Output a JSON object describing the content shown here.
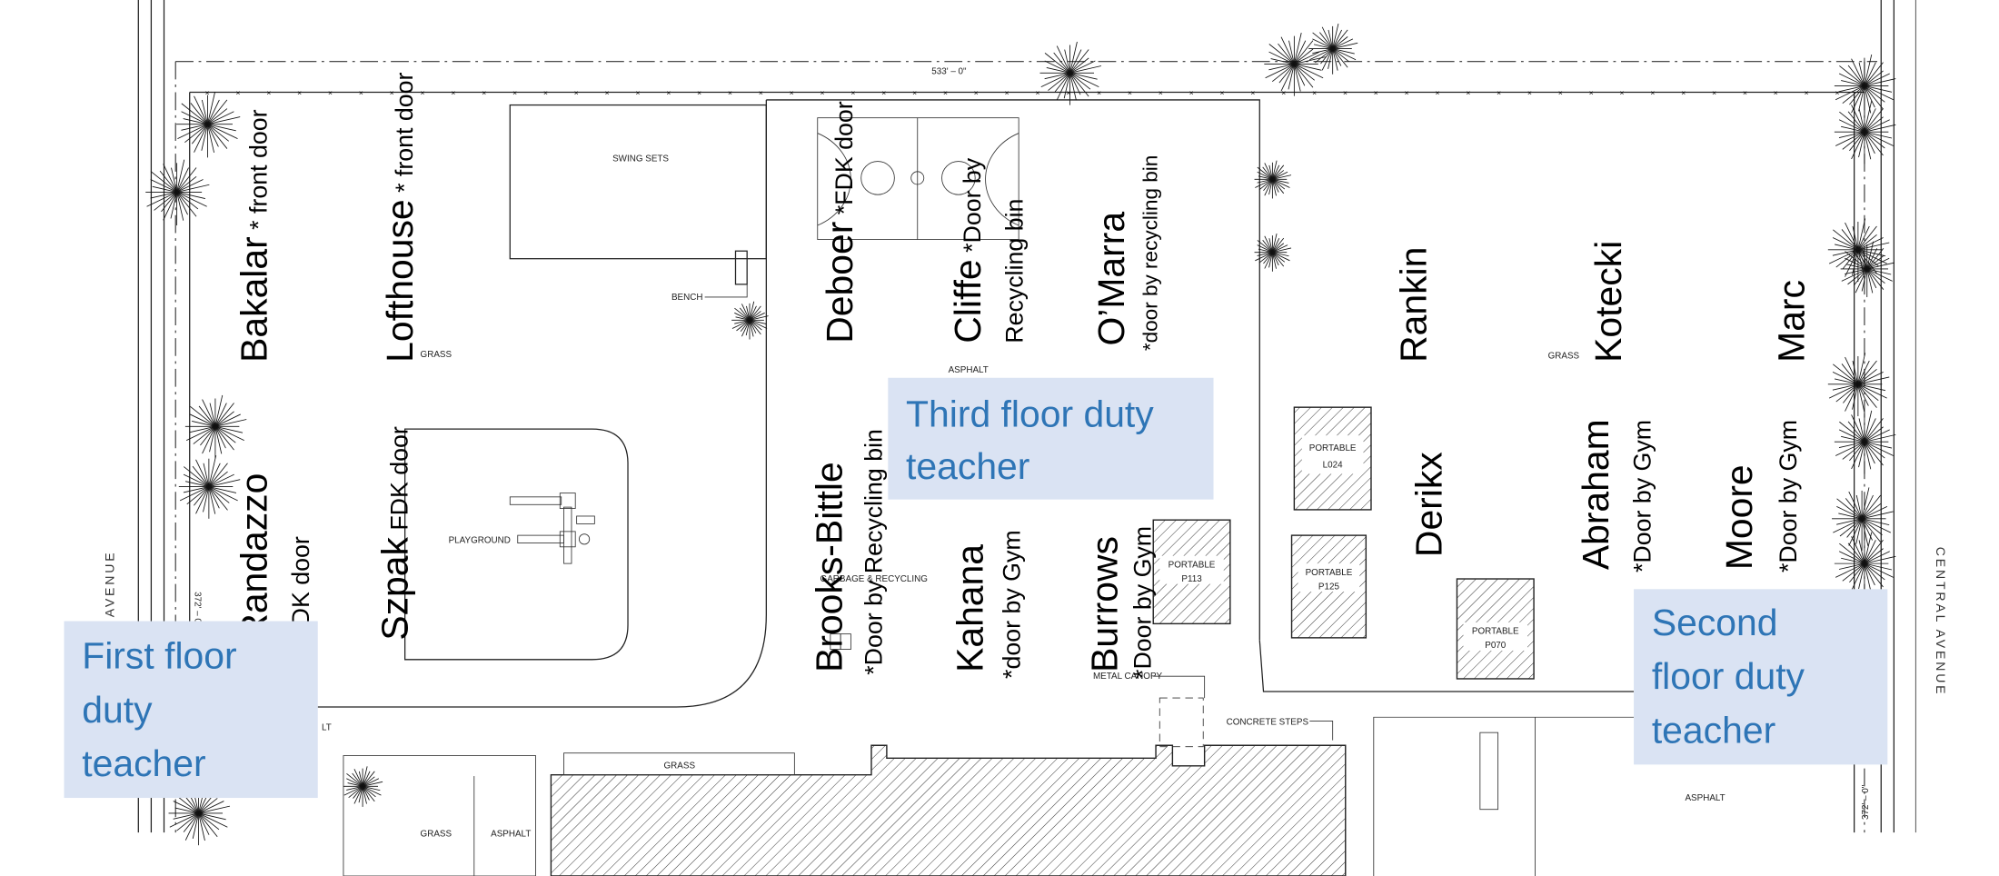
{
  "plan": {
    "dimension_top": "533' – 0\"",
    "dimension_side_left": "372' – 0\"",
    "dimension_side_right": "372' – 0\"",
    "street_left": "AVENUE",
    "street_right": "CENTRAL AVENUE",
    "labels": {
      "swing_sets": "SWING SETS",
      "bench": "BENCH",
      "grass_1": "GRASS",
      "grass_2": "GRASS",
      "grass_3": "GRASS",
      "grass_4": "GRASS",
      "asphalt_1": "ASPHALT",
      "asphalt_2": "ASPHALT",
      "asphalt_3": "ASPHALT",
      "asphalt_cut": "LT",
      "playground": "PLAYGROUND",
      "garbage": "GARBAGE & RECYCLING",
      "metal_canopy": "METAL CANOPY",
      "concrete_steps": "CONCRETE STEPS"
    },
    "portables": [
      {
        "label": "PORTABLE",
        "id": "L024"
      },
      {
        "label": "PORTABLE",
        "id": "P113"
      },
      {
        "label": "PORTABLE",
        "id": "P125"
      },
      {
        "label": "PORTABLE",
        "id": "P070"
      }
    ]
  },
  "teachers": {
    "bakalar": {
      "name": "Bakalar",
      "note": " * front door"
    },
    "lofthouse": {
      "name": "Lofthouse",
      "note": " * front door"
    },
    "randazzo": {
      "name": "Randazzo",
      "note": "FDK door"
    },
    "szpak": {
      "name": "Szpak",
      "note": " FDK door"
    },
    "deboer": {
      "name": "Deboer",
      "note": " *FDK door"
    },
    "cliffe": {
      "name": "Cliffe",
      "note": " *Door by",
      "note2": "Recycling bin"
    },
    "omarra": {
      "name": "O’Marra",
      "note": "*door by recycling bin"
    },
    "rankin": {
      "name": "Rankin"
    },
    "kotecki": {
      "name": "Kotecki"
    },
    "marc": {
      "name": "Marc"
    },
    "derikx": {
      "name": "Derikx"
    },
    "abraham": {
      "name": "Abraham",
      "note": "*Door by Gym"
    },
    "moore": {
      "name": "Moore",
      "note": "*Door by Gym"
    },
    "brooks_bittle": {
      "name": "Brooks-Bittle",
      "note": "*Door by Recycling bin"
    },
    "kahana": {
      "name": "Kahana",
      "note": "*door by Gym"
    },
    "burrows": {
      "name": "Burrows",
      "note": "*Door by Gym"
    }
  },
  "callouts": {
    "first": [
      "First floor",
      "duty",
      "teacher"
    ],
    "third": [
      "Third floor duty",
      "teacher"
    ],
    "second": [
      "Second",
      "floor duty",
      "teacher"
    ]
  },
  "colors": {
    "callout_bg": "#dae3f3",
    "callout_text": "#2e75b6"
  }
}
